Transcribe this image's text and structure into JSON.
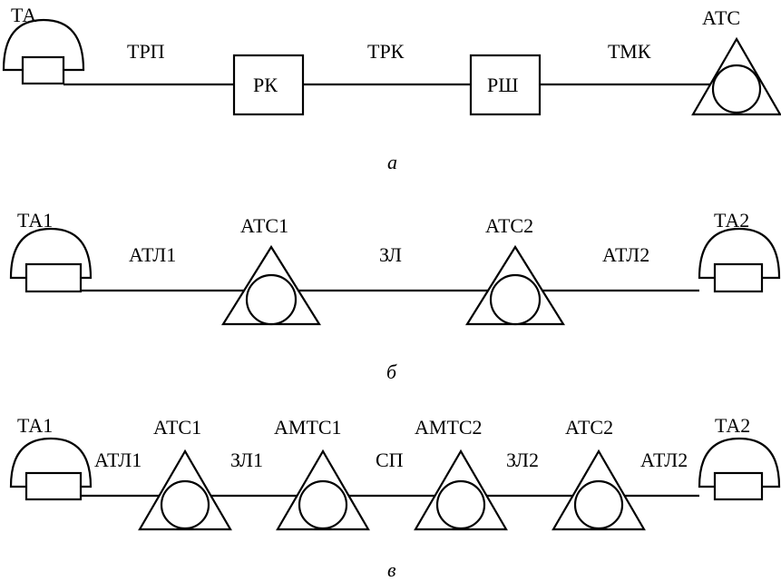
{
  "diagram_a": {
    "caption": "а",
    "handset_label": "ТА",
    "line1_label": "ТРП",
    "box1_label": "РК",
    "line2_label": "ТРК",
    "box2_label": "РШ",
    "line3_label": "ТМК",
    "exchange_label": "АТС"
  },
  "diagram_b": {
    "caption": "б",
    "handset1_label": "ТА1",
    "line1_label": "АТЛ1",
    "exchange1_label": "АТС1",
    "line2_label": "ЗЛ",
    "exchange2_label": "АТС2",
    "line3_label": "АТЛ2",
    "handset2_label": "ТА2"
  },
  "diagram_c": {
    "caption": "в",
    "handset1_label": "ТА1",
    "line1_label": "АТЛ1",
    "exchange1_label": "АТС1",
    "line2_label": "ЗЛ1",
    "exchange2_label": "АМТС1",
    "line3_label": "СП",
    "exchange3_label": "АМТС2",
    "line4_label": "ЗЛ2",
    "exchange4_label": "АТС2",
    "line5_label": "АТЛ2",
    "handset2_label": "ТА2"
  }
}
